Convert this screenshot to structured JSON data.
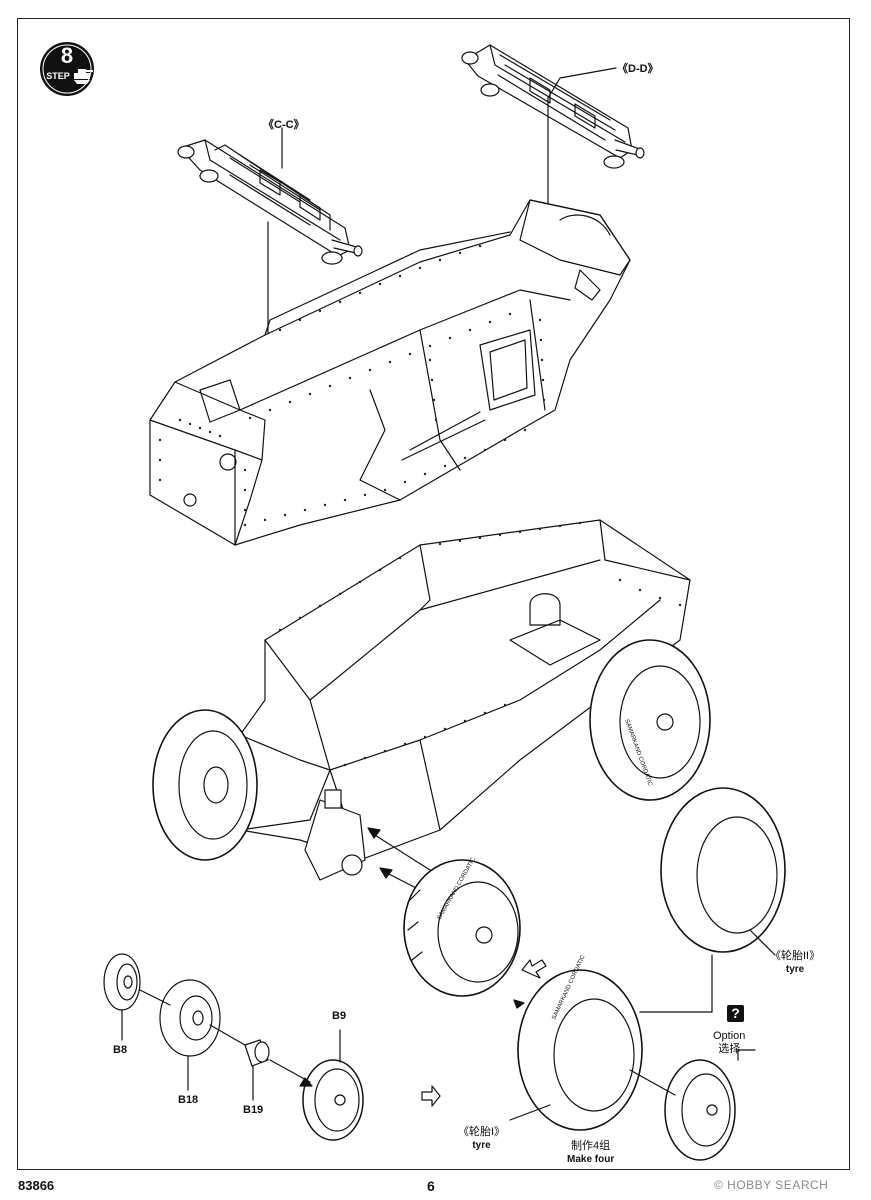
{
  "page": {
    "step": {
      "number": "8",
      "word": "STEP"
    },
    "callouts": {
      "c_c": "《C-C》",
      "d_d": "《D-D》"
    },
    "parts": {
      "b8": "B8",
      "b18": "B18",
      "b19": "B19",
      "b9": "B9"
    },
    "tyre_upper": {
      "cn": "《轮胎II》",
      "en": "tyre"
    },
    "tyre_lower": {
      "cn": "《轮胎I》",
      "en": "tyre"
    },
    "option": {
      "mark": "?",
      "en": "Option",
      "cn": "选择"
    },
    "make_four": {
      "cn": "制作4组",
      "en": "Make four"
    },
    "tyre_text": "SAMARKAND CORDATIC",
    "footer": {
      "code": "83866",
      "page_number": "6",
      "watermark": "© HOBBY SEARCH"
    }
  }
}
